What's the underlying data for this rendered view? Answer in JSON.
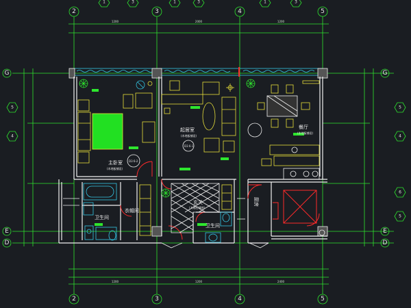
{
  "drawing": {
    "grid_columns_top": [
      "2",
      "3",
      "4",
      "5"
    ],
    "grid_columns_bottom": [
      "2",
      "3",
      "4",
      "5"
    ],
    "top_sub_bubbles": [
      "1",
      "3",
      "1",
      "3",
      "1",
      "3"
    ],
    "grid_rows_left": [
      "G",
      "E",
      "D"
    ],
    "grid_rows_right": [
      "G",
      "E",
      "D"
    ],
    "side_bubbles_left": [
      "5",
      "4"
    ],
    "side_bubbles_right": [
      "5",
      "4",
      "6",
      "5"
    ],
    "rooms": {
      "master_bedroom": {
        "name": "主卧室",
        "note": "(木地板铺设)"
      },
      "living_room": {
        "name": "起居室",
        "note": "(木地板铺设)"
      },
      "dining_room": {
        "name": "餐厅",
        "note": "(木地板铺设)"
      },
      "master_bath": "卫生间",
      "closet": "衣帽间",
      "entrance": "玄关",
      "entrance_note": "(大理石铺地)",
      "guest_bath": "卫生间",
      "kitchen_label": "厨房"
    },
    "dimension_labels": [
      "1200",
      "2000",
      "1200",
      "1200",
      "1200",
      "2400"
    ],
    "colors": {
      "background": "#1a1d22",
      "wall": "#f2f2f2",
      "grid_line": "#2ee62e",
      "furniture": "#e8e03a",
      "sanitary": "#34c8e6",
      "door": "#ff2a2a",
      "bed_fill": "#22e022"
    }
  }
}
